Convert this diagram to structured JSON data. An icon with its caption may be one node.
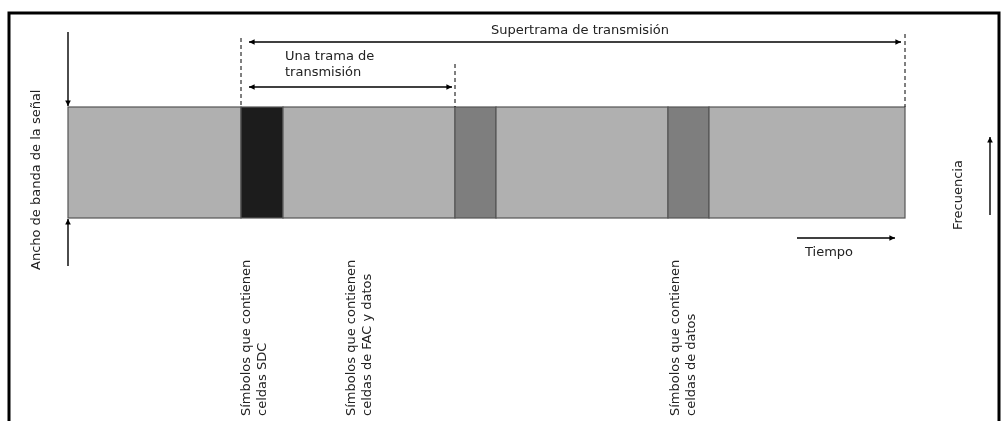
{
  "diagram": {
    "labels": [
      "Supertrama de transmisión",
      "Una trama de transmisión",
      "Ancho de banda de la señal",
      "Frecuencia",
      "Símbolos que contienen celdas SDC",
      "Símbolos que contienen celdas de FAC y datos",
      "Símbolos que contienen celdas de datos",
      "Tiempo"
    ]
  }
}
